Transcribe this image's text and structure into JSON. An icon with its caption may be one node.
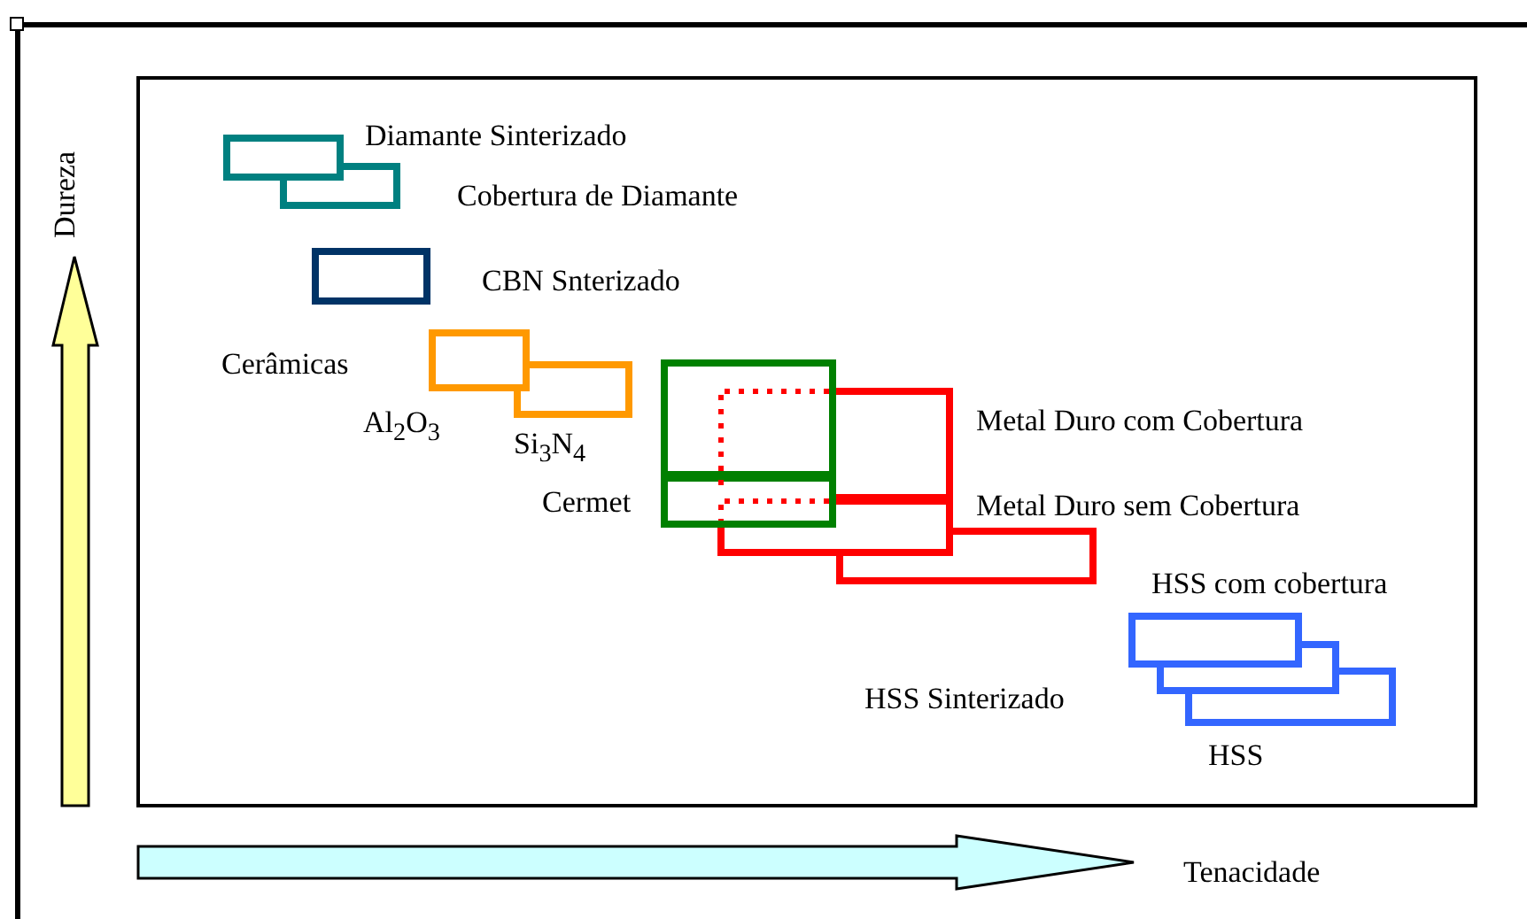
{
  "diagram": {
    "nodes": [
      {
        "text": [],
        "shape": "box",
        "beside": [
          "Diamante Sinterizado"
        ]
      },
      {
        "text": [],
        "shape": "box",
        "beside": [
          "Cobertura de Diamante"
        ]
      },
      {
        "text": [],
        "shape": "box",
        "beside": [
          "CBN Snterizado"
        ]
      },
      {
        "text": [],
        "shape": "box",
        "beside": [
          "Al$_{2}$O$_{3}$"
        ]
      },
      {
        "text": [],
        "shape": "box",
        "beside": [
          "Si$_{3}$N$_{4}$"
        ]
      },
      {
        "text": [],
        "shape": "box"
      },
      {
        "text": [],
        "shape": "box",
        "beside": [
          "Cermet"
        ]
      },
      {
        "text": [],
        "shape": "box",
        "beside": [
          "Metal Duro com Cobertura"
        ]
      },
      {
        "text": [],
        "shape": "box",
        "beside": [
          "Metal Duro sem Cobertura"
        ]
      },
      {
        "text": [],
        "shape": "box"
      },
      {
        "text": [],
        "shape": "box",
        "beside": [
          "HSS com cobertura"
        ]
      },
      {
        "text": [],
        "shape": "box",
        "beside": [
          "HSS Sinterizado"
        ]
      },
      {
        "text": [],
        "shape": "box",
        "beside": [
          "HSS"
        ]
      }
    ],
    "labels": [
      "Cerâmicas",
      "Dureza",
      "Tenacidade"
    ]
  }
}
